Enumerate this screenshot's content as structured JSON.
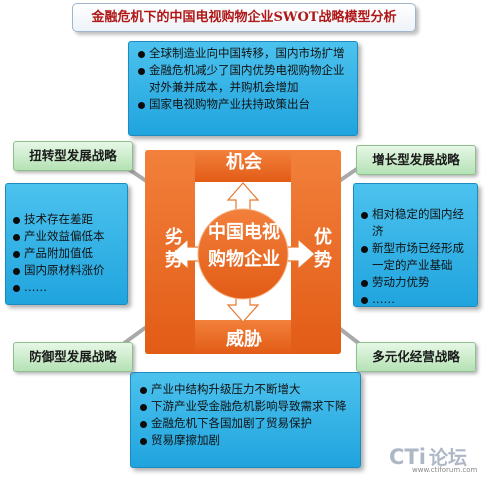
{
  "title": "金融危机下的中国电视购物企业SWOT战略模型分析",
  "center": {
    "line1": "中国电视",
    "line2": "购物企业",
    "opportunity": "机会",
    "threat": "威胁",
    "weakness_1": "劣",
    "weakness_2": "势",
    "strength_1": "优",
    "strength_2": "势"
  },
  "strategies": {
    "top_left": "扭转型发展战略",
    "top_right": "增长型发展战略",
    "bottom_left": "防御型发展战略",
    "bottom_right": "多元化经营战略"
  },
  "opportunities": [
    "全球制造业向中国转移，国内市场扩增",
    "金融危机减少了国内优势电视购物企业对外兼并成本，并购机会增加",
    "国家电视购物产业扶持政策出台"
  ],
  "weaknesses": [
    "技术存在差距",
    "产业效益偏低本",
    "产品附加值低",
    "国内原材料涨价",
    "……"
  ],
  "strengths": [
    "相对稳定的国内经济",
    "新型市场已经形成一定的产业基础",
    "劳动力优势",
    "……"
  ],
  "threats": [
    "产业中结构升级压力不断增大",
    "下游产业受金融危机影响导致需求下降",
    "金融危机下各国加剧了贸易保护",
    "贸易摩擦加剧"
  ],
  "watermark": {
    "logo_text": "CTI论坛",
    "url": "www.ctiforum.com"
  },
  "colors": {
    "title_text": "#b01818",
    "list_box": "#29abe2",
    "center_orange": "#ee6a22",
    "strategy_green": "#c8ebc8",
    "connector_gray": "#a9a9a9"
  }
}
